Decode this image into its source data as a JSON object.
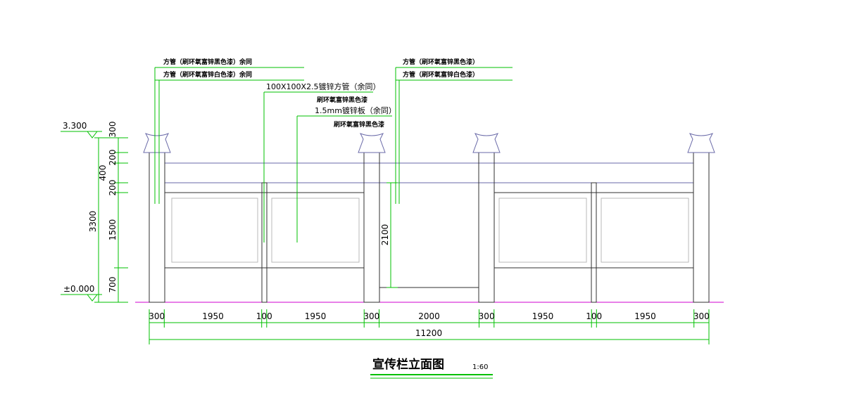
{
  "annotations": {
    "left_pipe_black": "方管（刷环氧富锌黑色漆）余同",
    "left_pipe_white": "方管（刷环氧富锌白色漆）余同",
    "galv_square_pipe": "100X100X2.5镀锌方管（余同）",
    "epoxy_black_top": "刷环氧富锌黑色漆",
    "galv_plate": "1.5mm镀锌板（余同）",
    "epoxy_black_bottom": "刷环氧富锌黑色漆",
    "right_pipe_black": "方管（刷环氧富锌黑色漆）",
    "right_pipe_white": "方管（刷环氧富锌白色漆）"
  },
  "levels": {
    "top": "3.300",
    "ground": "±0.000"
  },
  "vertical_dims": {
    "cap": "300",
    "beam1": "200",
    "gap": "400",
    "beam2": "200",
    "panel": "1500",
    "base": "700",
    "total": "3300",
    "door": "2100"
  },
  "horizontal_dims": {
    "items": [
      "300",
      "1950",
      "100",
      "1950",
      "300",
      "2000",
      "300",
      "1950",
      "100",
      "1950",
      "300"
    ],
    "total": "11200"
  },
  "title": {
    "text": "宣传栏立面图",
    "scale": "1:60"
  },
  "colors": {
    "dimension": "#00c000",
    "outline": "#303030",
    "beam": "#6a6aa8",
    "ground": "#d000d0"
  }
}
